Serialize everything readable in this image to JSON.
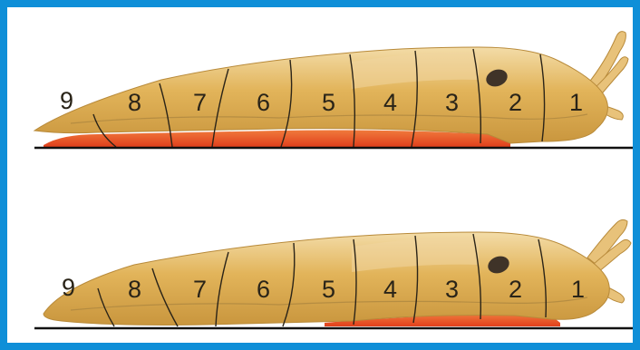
{
  "segment_numbers": [
    "9",
    "8",
    "7",
    "6",
    "5",
    "4",
    "3",
    "2",
    "1"
  ],
  "panels": [
    {
      "id": "top"
    },
    {
      "id": "bottom"
    }
  ],
  "colors": {
    "background_frame": "#0f8fd8",
    "body_fill": "#e2b45a",
    "body_highlight": "#f1d6a0",
    "foot_fill": "#e8552a",
    "ground_line": "#111111",
    "segment_line": "#2b2418",
    "pneumostome": "#3f3328"
  }
}
